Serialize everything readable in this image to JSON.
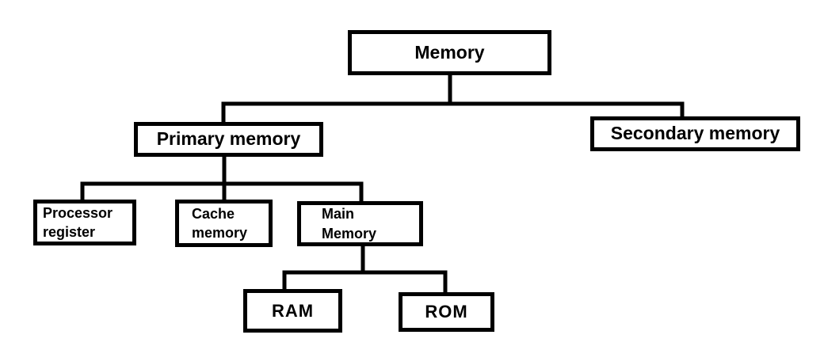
{
  "diagram": {
    "type": "tree",
    "colors": {
      "line": "#000000",
      "border": "#000000",
      "text": "#000000",
      "background": "#ffffff"
    },
    "nodes": {
      "memory": {
        "label": "Memory"
      },
      "primary_memory": {
        "label": "Primary memory"
      },
      "secondary_memory": {
        "label": "Secondary memory"
      },
      "processor_register": {
        "label": "Processor\nregister"
      },
      "cache_memory": {
        "label": "Cache\nmemory"
      },
      "main_memory": {
        "label": "Main\nMemory"
      },
      "ram": {
        "label": "RAM"
      },
      "rom": {
        "label": "ROM"
      }
    },
    "hierarchy": {
      "Memory": {
        "Primary memory": {
          "Processor register": {},
          "Cache memory": {},
          "Main Memory": {
            "RAM": {},
            "ROM": {}
          }
        },
        "Secondary memory": {}
      }
    }
  }
}
